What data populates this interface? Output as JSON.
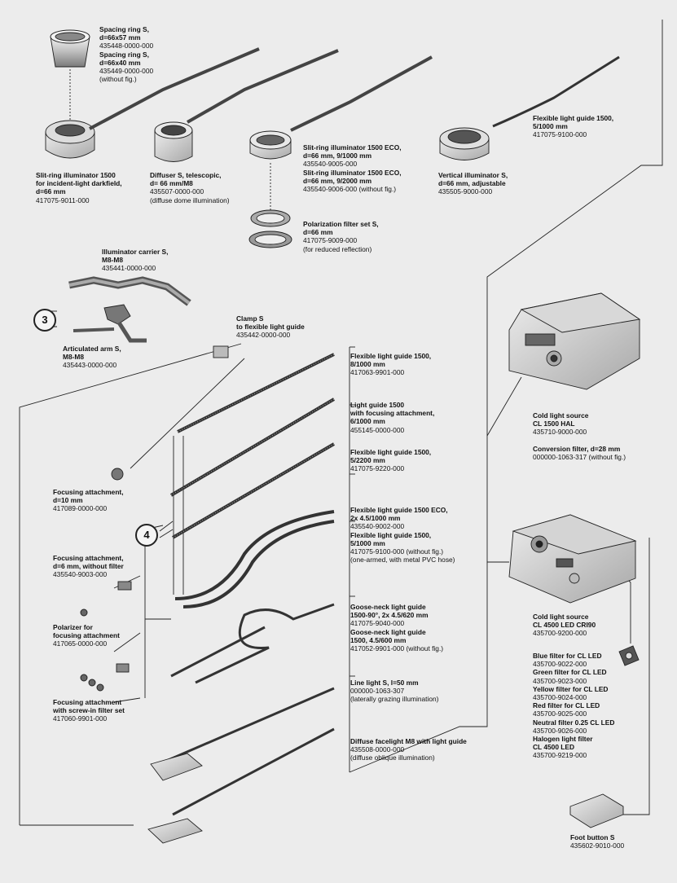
{
  "callouts": {
    "three": "3",
    "four": "4"
  },
  "labels": {
    "spacing_ring": [
      "Spacing ring S,",
      "d=66x57 mm",
      "435448-0000-000",
      "Spacing ring S,",
      "d=66x40 mm",
      "435449-0000-000",
      "(without fig.)"
    ],
    "slit_ring_darkfield": [
      "Slit-ring illuminator 1500",
      "for incident-light darkfield,",
      "d=66 mm",
      "417075-9011-000"
    ],
    "diffuser": [
      "Diffuser S, telescopic,",
      "d= 66 mm/M8",
      "435507-0000-000",
      "(diffuse dome illumination)"
    ],
    "slit_ring_eco": [
      "Slit-ring illuminator 1500 ECO,",
      "d=66 mm, 9/1000 mm",
      "435540-9005-000",
      "Slit-ring illuminator 1500 ECO,",
      "d=66 mm, 9/2000 mm",
      "435540-9006-000 (without fig.)"
    ],
    "polarization_set": [
      "Polarization filter set S,",
      "d=66 mm",
      "417075-9009-000",
      "(for reduced reflection)"
    ],
    "vertical_illuminator": [
      "Vertical illuminator S,",
      "d=66 mm, adjustable",
      "435505-9000-000"
    ],
    "flex_guide_top": [
      "Flexible light guide 1500,",
      "5/1000 mm",
      "417075-9100-000"
    ],
    "illuminator_carrier": [
      "Illuminator carrier S,",
      "M8-M8",
      "435441-0000-000"
    ],
    "articulated_arm": [
      "Articulated arm S,",
      "M8-M8",
      "435443-0000-000"
    ],
    "clamp": [
      "Clamp S",
      "to flexible light guide",
      "435442-0000-000"
    ],
    "flex_guide_8": [
      "Flexible light guide 1500,",
      "8/1000 mm",
      "417063-9901-000"
    ],
    "light_guide_focusing": [
      "Light guide 1500",
      "with focusing attachment,",
      "6/1000 mm",
      "455145-0000-000"
    ],
    "flex_guide_5_2200": [
      "Flexible light guide 1500,",
      "5/2200 mm",
      "417075-9220-000"
    ],
    "flex_guide_eco": [
      "Flexible light guide 1500 ECO,",
      "2x 4.5/1000 mm",
      "435540-9002-000",
      "Flexible light guide 1500,",
      "5/1000 mm",
      "417075-9100-000 (without fig.)",
      "(one-armed, with metal PVC hose)"
    ],
    "gooseneck": [
      "Goose-neck light guide",
      "1500-90°, 2x 4.5/620 mm",
      "417075-9040-000",
      "Goose-neck light guide",
      "1500, 4.5/600 mm",
      "417052-9901-000 (without fig.)"
    ],
    "line_light": [
      "Line light S, l=50 mm",
      "000000-1063-307",
      "(laterally grazing illumination)"
    ],
    "diffuse_facelight": [
      "Diffuse facelight M8 with light guide",
      "435508-0000-000",
      "(diffuse oblique illumination)"
    ],
    "focusing_10": [
      "Focusing attachment,",
      "d=10 mm",
      "417089-0000-000"
    ],
    "focusing_6": [
      "Focusing attachment,",
      "d=6 mm, without filter",
      "435540-9003-000"
    ],
    "polarizer": [
      "Polarizer for",
      "focusing attachment",
      "417065-0000-000"
    ],
    "focusing_filter_set": [
      "Focusing attachment",
      "with screw-in filter set",
      "417060-9901-000"
    ],
    "cold_light_hal": [
      "Cold light source",
      "CL 1500 HAL",
      "435710-9000-000",
      "",
      "Conversion filter, d=28 mm",
      "000000-1063-317 (without fig.)"
    ],
    "cold_light_led": [
      "Cold light source",
      "CL 4500 LED CRI90",
      "435700-9200-000"
    ],
    "filters": [
      "Blue filter for CL LED",
      "435700-9022-000",
      "Green filter for CL LED",
      "435700-9023-000",
      "Yellow filter for CL LED",
      "435700-9024-000",
      "Red filter for CL LED",
      "435700-9025-000",
      "Neutral filter 0.25 CL LED",
      "435700-9026-000",
      "Halogen light filter",
      "CL 4500 LED",
      "435700-9219-000"
    ],
    "foot_button": [
      "Foot button S",
      "435602-9010-000"
    ]
  }
}
